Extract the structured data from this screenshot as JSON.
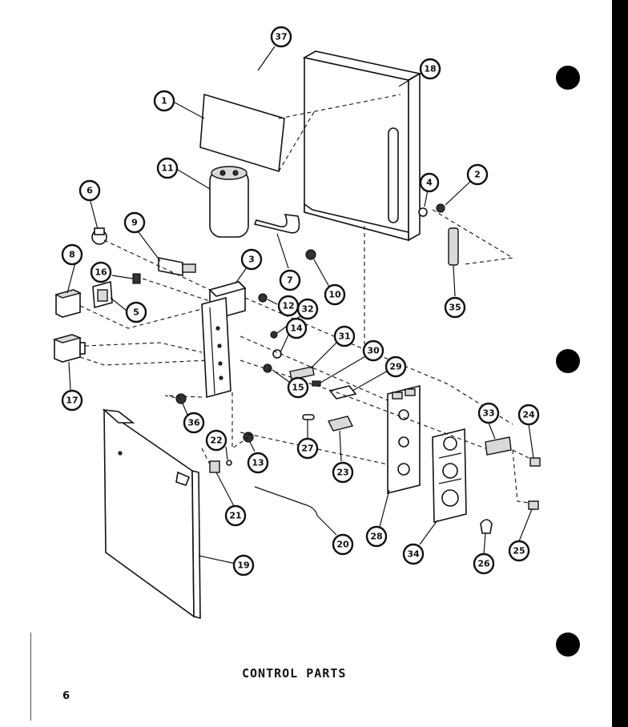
{
  "caption": "CONTROL PARTS",
  "page_number": "6",
  "callouts": [
    "1",
    "2",
    "3",
    "4",
    "5",
    "6",
    "7",
    "8",
    "9",
    "10",
    "11",
    "12",
    "13",
    "14",
    "15",
    "16",
    "17",
    "18",
    "19",
    "20",
    "21",
    "22",
    "23",
    "24",
    "25",
    "26",
    "27",
    "28",
    "29",
    "30",
    "31",
    "32",
    "33",
    "34",
    "35",
    "36",
    "37"
  ],
  "colors": {
    "ink": "#111111",
    "paper": "#ffffff"
  }
}
